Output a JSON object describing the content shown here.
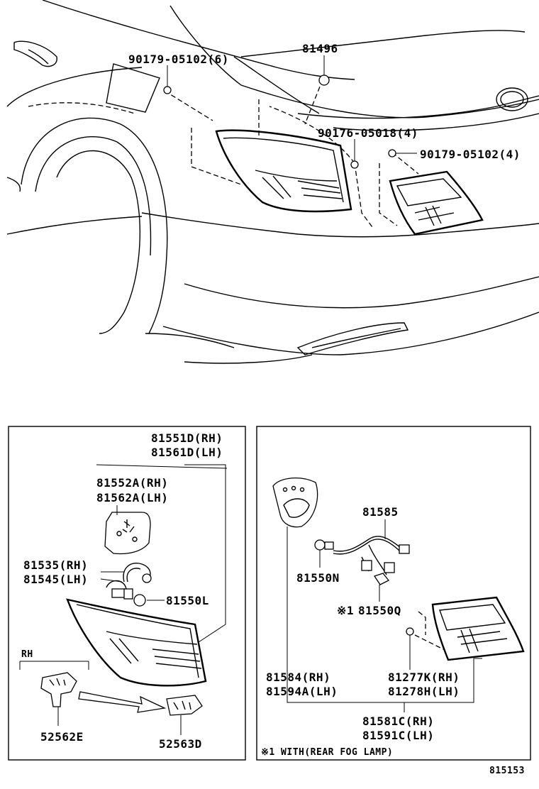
{
  "top_callouts": {
    "clip_upper_left": "90179-05102(6)",
    "garnish": "81496",
    "clip_center": "90176-05018(4)",
    "clip_right": "90179-05102(4)"
  },
  "left_panel": {
    "outer_lamp_rh": "81551D(RH)",
    "outer_lamp_lh": "81561D(LH)",
    "lens_rh": "81552A(RH)",
    "lens_lh": "81562A(LH)",
    "socket_rh": "81535(RH)",
    "socket_lh": "81545(LH)",
    "bulb": "81550L",
    "rh_label": "RH",
    "retainer_rh": "52562E",
    "retainer_lh": "52563D"
  },
  "right_panel": {
    "wire": "81585",
    "bulb_n": "81550N",
    "note_mark": "※1",
    "bulb_q": "81550Q",
    "gasket_rh": "81584(RH)",
    "gasket_lh": "81594A(LH)",
    "cushion_rh": "81277K(RH)",
    "cushion_lh": "81278H(LH)",
    "inner_lamp_rh": "81581C(RH)",
    "inner_lamp_lh": "81591C(LH)",
    "footnote": "※1 WITH(REAR FOG LAMP)"
  },
  "figure_id": "815153"
}
